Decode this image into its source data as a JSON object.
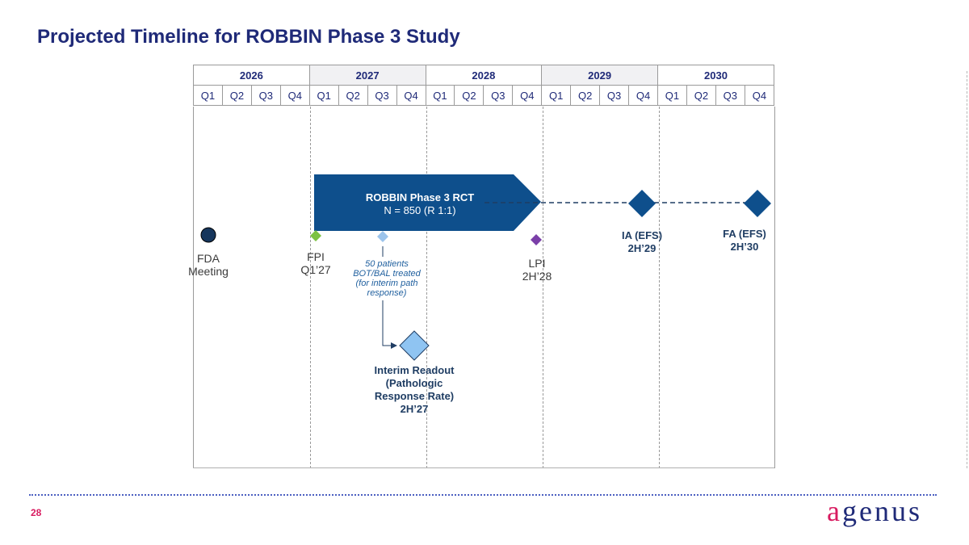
{
  "title": "Projected Timeline for ROBBIN Phase 3 Study",
  "years": [
    "2026",
    "2027",
    "2028",
    "2029",
    "2030"
  ],
  "quarters": [
    "Q1",
    "Q2",
    "Q3",
    "Q4",
    "Q1",
    "Q2",
    "Q3",
    "Q4",
    "Q1",
    "Q2",
    "Q3",
    "Q4",
    "Q1",
    "Q2",
    "Q3",
    "Q4",
    "Q1",
    "Q2",
    "Q3",
    "Q4"
  ],
  "rct": {
    "title": "ROBBIN Phase 3 RCT",
    "subtitle": "N = 850 (R 1:1)"
  },
  "milestones": {
    "fda": {
      "line1": "FDA",
      "line2": "Meeting"
    },
    "fpi": {
      "line1": "FPI",
      "line2": "Q1’27"
    },
    "patients": {
      "line1": "50 patients",
      "line2": "BOT/BAL treated",
      "line3": "(for interim path",
      "line4": "response)"
    },
    "lpi": {
      "line1": "LPI",
      "line2": "2H’28"
    },
    "ia": {
      "line1": "IA (EFS)",
      "line2": "2H’29"
    },
    "fa": {
      "line1": "FA (EFS)",
      "line2": "2H’30"
    },
    "interim": {
      "line1": "Interim Readout",
      "line2": "(Pathologic",
      "line3": "Response Rate)",
      "line4": "2H’27"
    }
  },
  "colors": {
    "navy": "#0e4f8c",
    "fda_circle": "#16365c",
    "fpi_green": "#7cc242",
    "patients_blue": "#9cc4ec",
    "lpi_purple": "#7a3fa8",
    "interim_light": "#8fc4f2",
    "accent_pink": "#d81b60"
  },
  "footer": {
    "page": "28",
    "logo_first": "a",
    "logo_rest": "genus"
  }
}
